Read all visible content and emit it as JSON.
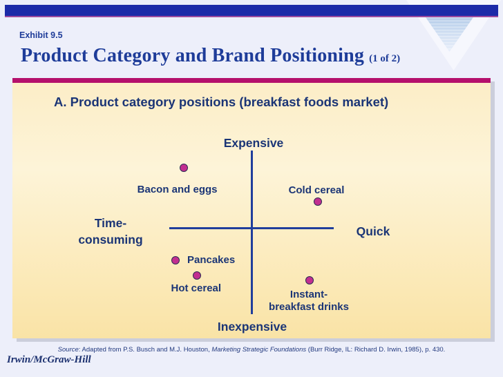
{
  "slide": {
    "exhibit_label": "Exhibit 9.5",
    "title": "Product Category and Brand Positioning",
    "title_suffix": "(1 of 2)",
    "footer_brand": "Irwin/McGraw-Hill",
    "source": {
      "prefix": "Source",
      "mid": ": Adapted from P.S. Busch and M.J. Houston, ",
      "book": "Marketing Strategic Foundations",
      "end": " (Burr Ridge, IL: Richard D. Irwin, 1985), p. 430."
    }
  },
  "chart_data": {
    "type": "scatter",
    "title": "A. Product category positions (breakfast foods market)",
    "x_axis": {
      "left_label": "Time-\nconsuming",
      "right_label": "Quick",
      "range": [
        -1,
        1
      ]
    },
    "y_axis": {
      "top_label": "Expensive",
      "bottom_label": "Inexpensive",
      "range": [
        -1,
        1
      ]
    },
    "grid": false,
    "legend": false,
    "points": [
      {
        "label": "Bacon and eggs",
        "x": -0.82,
        "y": 0.79,
        "label_dx": -9,
        "label_dy": 32
      },
      {
        "label": "Cold cereal",
        "x": 0.8,
        "y": 0.35,
        "label_dx": -2,
        "label_dy": -16
      },
      {
        "label": "Pancakes",
        "x": -0.92,
        "y": -0.43,
        "label_dx": 52,
        "label_dy": 0
      },
      {
        "label": "Hot cereal",
        "x": -0.66,
        "y": -0.63,
        "label_dx": -1,
        "label_dy": 19
      },
      {
        "label": "Instant-\nbreakfast drinks",
        "x": 0.7,
        "y": -0.69,
        "label_dx": -1,
        "label_dy": 30
      }
    ],
    "marker": {
      "shape": "circle",
      "fill": "#c22e90",
      "stroke": "#2b2b52"
    }
  },
  "colors": {
    "page_bg": "#edeffa",
    "top_bar": "#1c2ba8",
    "accent_bar": "#b5106c",
    "title_text": "#1e3c99",
    "chart_text": "#1b3576",
    "axis_color": "#203e9c",
    "dot_fill": "#c22e90"
  }
}
